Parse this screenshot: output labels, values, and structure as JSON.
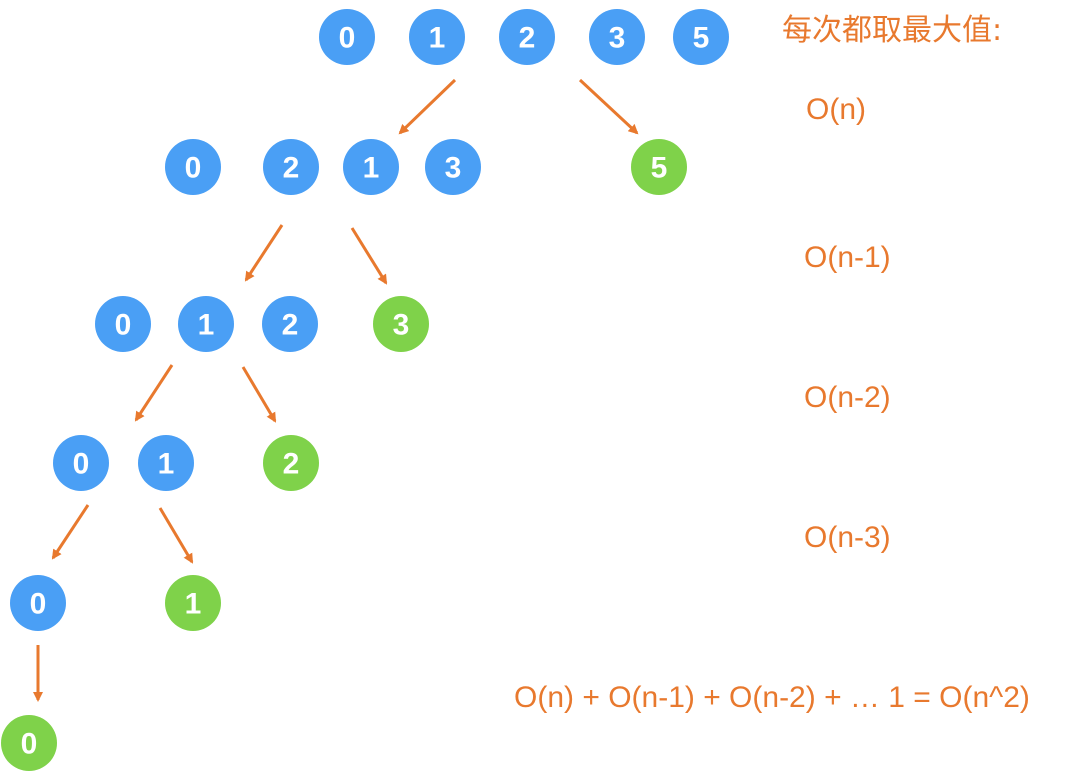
{
  "colors": {
    "unsorted_node": "#4a9ff5",
    "selected_max_node": "#7fd24a",
    "arrow": "#e8792e",
    "annotation_text": "#e8792e"
  },
  "levels": [
    {
      "nodes": [
        {
          "value": "0",
          "state": "unsorted"
        },
        {
          "value": "1",
          "state": "unsorted"
        },
        {
          "value": "2",
          "state": "unsorted"
        },
        {
          "value": "3",
          "state": "unsorted"
        },
        {
          "value": "5",
          "state": "unsorted"
        }
      ]
    },
    {
      "nodes": [
        {
          "value": "0",
          "state": "unsorted"
        },
        {
          "value": "2",
          "state": "unsorted"
        },
        {
          "value": "1",
          "state": "unsorted"
        },
        {
          "value": "3",
          "state": "unsorted"
        },
        {
          "value": "5",
          "state": "selected"
        }
      ]
    },
    {
      "nodes": [
        {
          "value": "0",
          "state": "unsorted"
        },
        {
          "value": "1",
          "state": "unsorted"
        },
        {
          "value": "2",
          "state": "unsorted"
        },
        {
          "value": "3",
          "state": "selected"
        }
      ]
    },
    {
      "nodes": [
        {
          "value": "0",
          "state": "unsorted"
        },
        {
          "value": "1",
          "state": "unsorted"
        },
        {
          "value": "2",
          "state": "selected"
        }
      ]
    },
    {
      "nodes": [
        {
          "value": "0",
          "state": "unsorted"
        },
        {
          "value": "1",
          "state": "selected"
        }
      ]
    },
    {
      "nodes": [
        {
          "value": "0",
          "state": "selected"
        }
      ]
    }
  ],
  "annotations": {
    "heading": "每次都取最大值:",
    "costs": [
      "O(n)",
      "O(n-1)",
      "O(n-2)",
      "O(n-3)"
    ],
    "total": "O(n) + O(n-1) + O(n-2) + … 1 = O(n^2)"
  }
}
